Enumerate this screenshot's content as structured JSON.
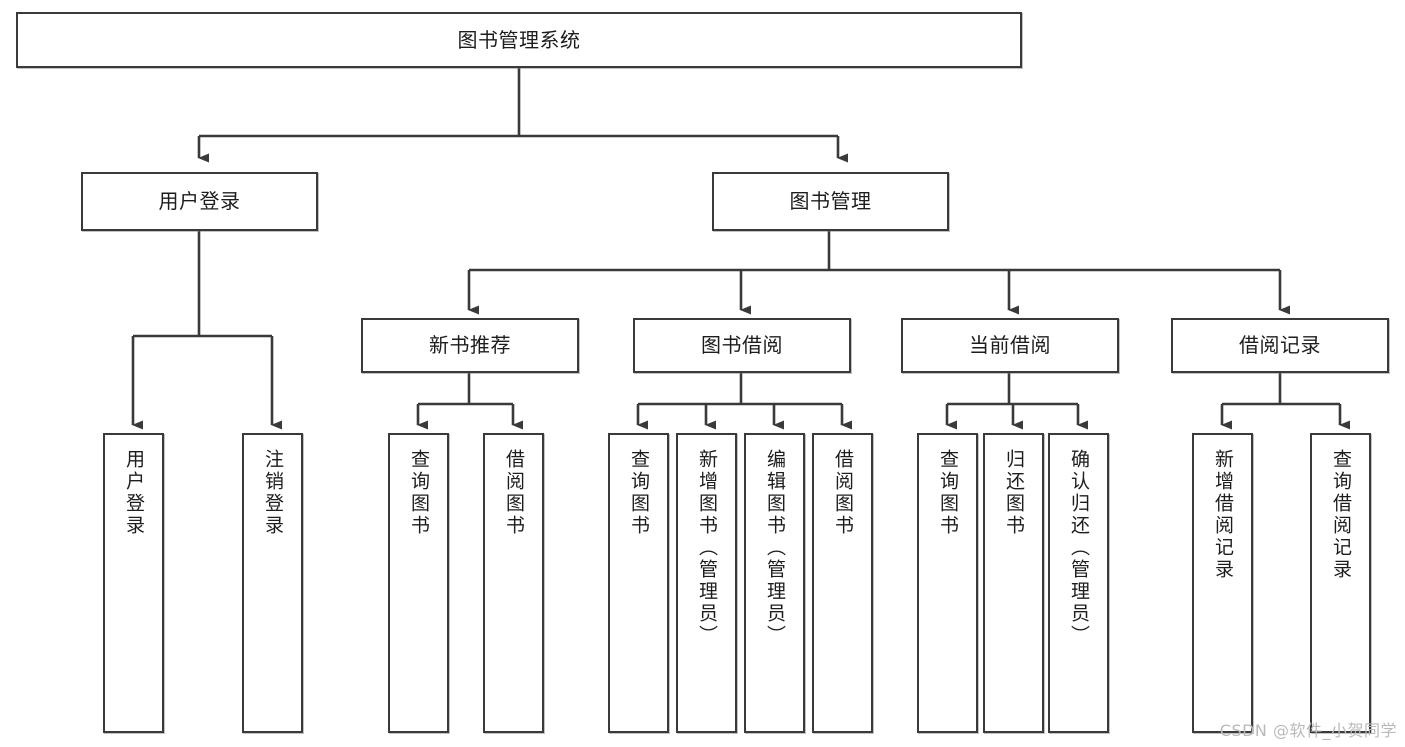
{
  "diagram": {
    "title": "图书管理系统",
    "type": "tree-hierarchy-diagram",
    "watermark": "CSDN @软件_小贺同学",
    "root": {
      "id": "root",
      "label": "图书管理系统"
    },
    "level2": [
      {
        "id": "user-login",
        "label": "用户登录"
      },
      {
        "id": "book-management",
        "label": "图书管理"
      }
    ],
    "level3": [
      {
        "id": "new-book-recommend",
        "label": "新书推荐",
        "parent": "book-management"
      },
      {
        "id": "book-borrow",
        "label": "图书借阅",
        "parent": "book-management"
      },
      {
        "id": "current-borrow",
        "label": "当前借阅",
        "parent": "book-management"
      },
      {
        "id": "borrow-record",
        "label": "借阅记录",
        "parent": "book-management"
      }
    ],
    "leaves": [
      {
        "id": "leaf-user-login",
        "label": "用户登录",
        "parent": "user-login"
      },
      {
        "id": "leaf-user-logout",
        "label": "注销登录",
        "parent": "user-login"
      },
      {
        "id": "leaf-query-book-1",
        "label": "查询图书",
        "parent": "new-book-recommend"
      },
      {
        "id": "leaf-borrow-book-1",
        "label": "借阅图书",
        "parent": "new-book-recommend"
      },
      {
        "id": "leaf-query-book-2",
        "label": "查询图书",
        "parent": "book-borrow"
      },
      {
        "id": "leaf-add-book",
        "label": "新增图书（管理员）",
        "parent": "book-borrow"
      },
      {
        "id": "leaf-edit-book",
        "label": "编辑图书（管理员）",
        "parent": "book-borrow"
      },
      {
        "id": "leaf-borrow-book-2",
        "label": "借阅图书",
        "parent": "book-borrow"
      },
      {
        "id": "leaf-query-book-3",
        "label": "查询图书",
        "parent": "current-borrow"
      },
      {
        "id": "leaf-return-book",
        "label": "归还图书",
        "parent": "current-borrow"
      },
      {
        "id": "leaf-confirm-return",
        "label": "确认归还（管理员）",
        "parent": "current-borrow"
      },
      {
        "id": "leaf-add-record",
        "label": "新增借阅记录",
        "parent": "borrow-record"
      },
      {
        "id": "leaf-query-record",
        "label": "查询借阅记录",
        "parent": "borrow-record"
      }
    ],
    "colors": {
      "stroke": "#3a3a3a",
      "fill": "#ffffff",
      "text": "#1d1d1d",
      "watermark": "#b9b9b9"
    }
  }
}
